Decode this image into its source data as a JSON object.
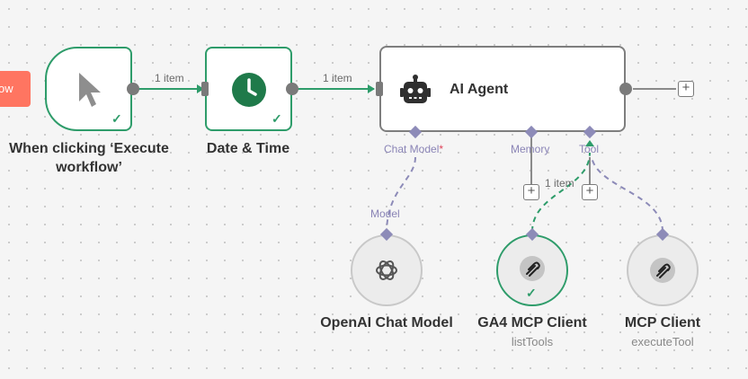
{
  "partial_trigger": {
    "label": "ow"
  },
  "nodes": {
    "manual_trigger": {
      "title": "When clicking ‘Execute workflow’",
      "icon": "cursor-icon"
    },
    "date_time": {
      "title": "Date & Time",
      "icon": "clock-icon"
    },
    "ai_agent": {
      "title": "AI Agent",
      "icon": "robot-icon"
    },
    "openai": {
      "title": "OpenAI Chat Model",
      "icon": "openai-icon"
    },
    "ga4_mcp": {
      "title": "GA4 MCP Client",
      "subtitle": "listTools",
      "icon": "mcp-icon"
    },
    "mcp_client": {
      "title": "MCP Client",
      "subtitle": "executeTool",
      "icon": "mcp-icon"
    }
  },
  "connections": {
    "trigger_to_datetime": "1 item",
    "datetime_to_agent": "1 item",
    "mcp_to_tool": "1 item"
  },
  "ports": {
    "chat_model": "Chat Model",
    "chat_model_required": "*",
    "memory": "Memory",
    "tool": "Tool",
    "model": "Model"
  },
  "colors": {
    "success": "#2e9c6a",
    "port": "#8d8bb8",
    "partial_node": "#ff7561"
  }
}
